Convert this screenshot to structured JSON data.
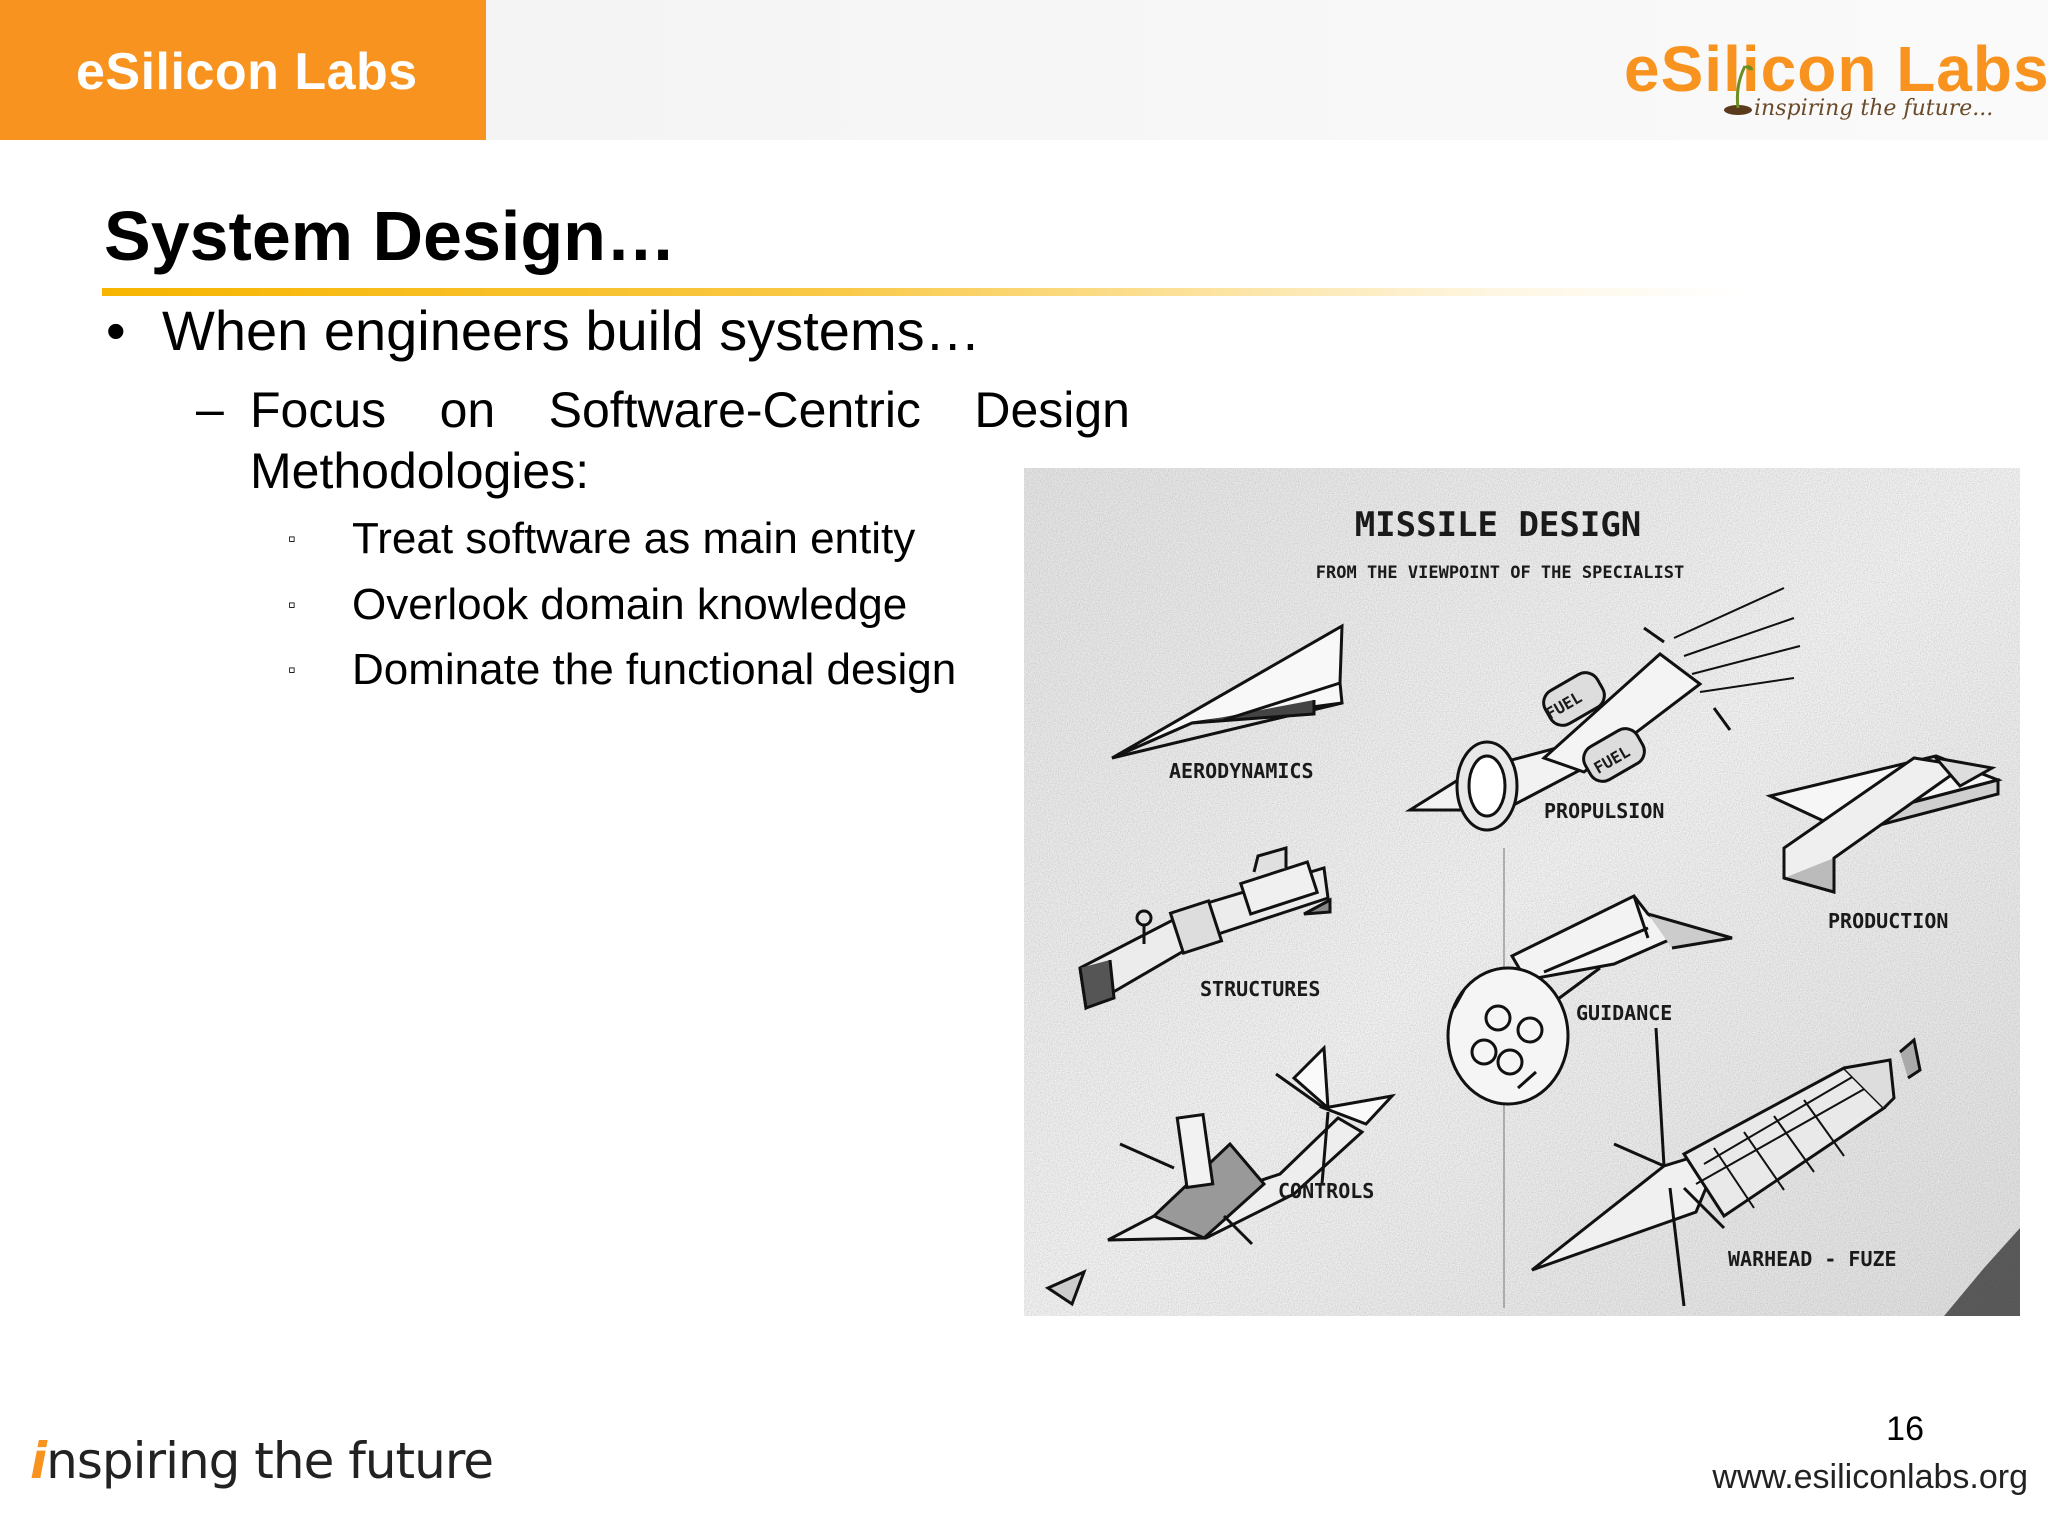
{
  "header": {
    "brand_label": "eSilicon Labs",
    "logo_text": "eSilicon Labs",
    "logo_tagline": "inspiring the future...",
    "accent_color": "#f7931e"
  },
  "slide": {
    "title": "System Design…",
    "bullets": [
      {
        "mark": "•",
        "text": "When engineers build systems…"
      }
    ],
    "sub_bullet": {
      "mark": "–",
      "line1": "Focus on Software-Centric Design",
      "line2": "Methodologies:"
    },
    "sub_sub_bullets": [
      {
        "mark": "▫",
        "text": "Treat software as main entity"
      },
      {
        "mark": "▫",
        "text": "Overlook domain knowledge"
      },
      {
        "mark": "▫",
        "text": "Dominate the functional design"
      }
    ]
  },
  "figure": {
    "title": "MISSILE DESIGN",
    "subtitle": "FROM THE VIEWPOINT OF THE SPECIALIST",
    "labels": {
      "aerodynamics": "AERODYNAMICS",
      "propulsion": "PROPULSION",
      "production": "PRODUCTION",
      "structures": "STRUCTURES",
      "guidance": "GUIDANCE",
      "controls": "CONTROLS",
      "warhead": "WARHEAD - FUZE",
      "fuel_1": "FUEL",
      "fuel_2": "FUEL"
    }
  },
  "footer": {
    "slogan_i": "i",
    "slogan_rest": "nspiring the future",
    "page_number": "16",
    "url": "www.esiliconlabs.org"
  }
}
